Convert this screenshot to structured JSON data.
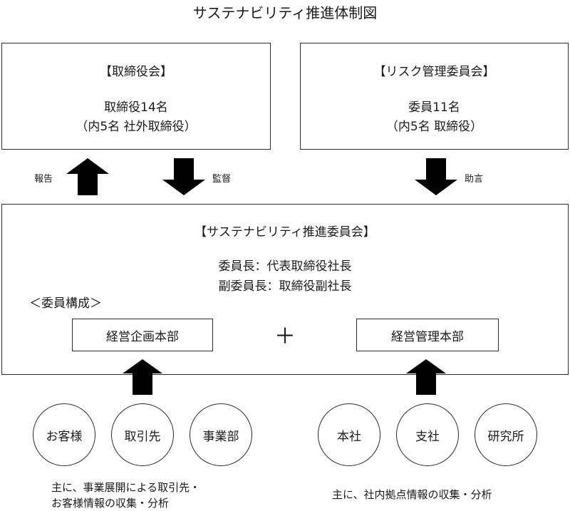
{
  "title": "サステナビリティ推進体制図",
  "board": {
    "heading": "【取締役会】",
    "line1": "取締役14名",
    "line2": "（内5名 社外取締役）"
  },
  "risk_committee": {
    "heading": "【リスク管理委員会】",
    "line1": "委員11名",
    "line2": "（内5名 取締役）"
  },
  "arrows": {
    "report": "報告",
    "supervise": "監督",
    "advise": "助言"
  },
  "sustainability_committee": {
    "heading": "【サステナビリティ推進委員会】",
    "chair": "委員長：代表取締役社長",
    "vice_chair": "副委員長：取締役副社長",
    "composition": "＜委員構成＞",
    "dept_left": "経営企画本部",
    "plus": "＋",
    "dept_right": "経営管理本部"
  },
  "sources_left": [
    "お客様",
    "取引先",
    "事業部"
  ],
  "sources_right": [
    "本社",
    "支社",
    "研究所"
  ],
  "notes": {
    "left_line1": "主に、事業展開による取引先・",
    "left_line2": "お客様情報の収集・分析",
    "right": "主に、社内拠点情報の収集・分析"
  }
}
